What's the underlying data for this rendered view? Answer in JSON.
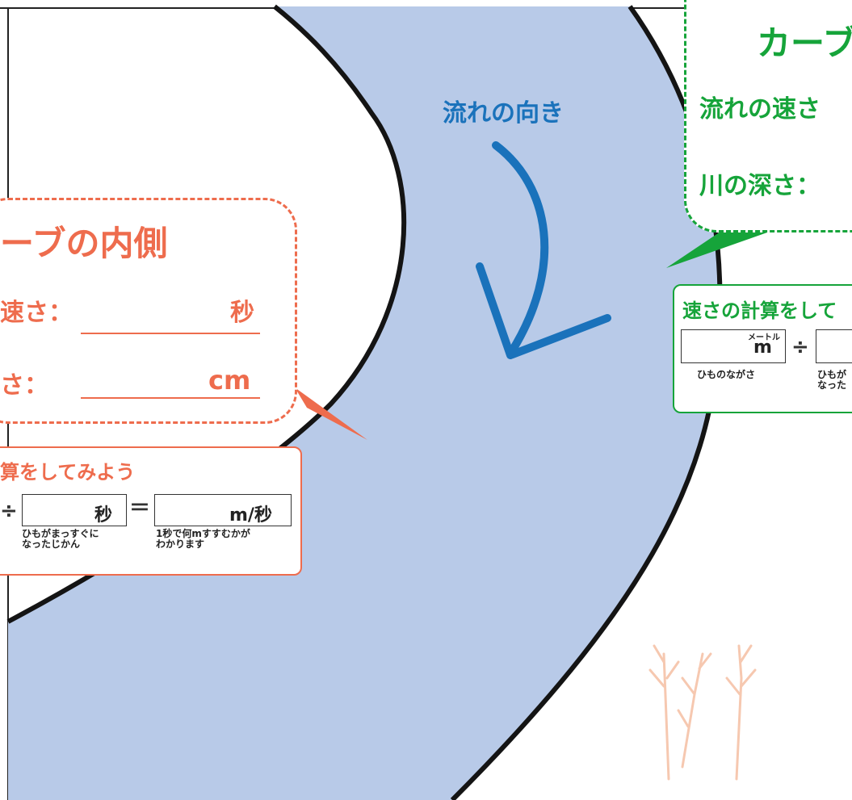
{
  "flow_label": "流れの向き",
  "colors": {
    "river": "#b8cae8",
    "inner": "#ee6c4d",
    "outer": "#16a43a",
    "arrow": "#1a72bb",
    "twig": "#f6c8b0"
  },
  "inner_card": {
    "title": "ーブの内側",
    "speed_label": "速さ：",
    "speed_unit": "秒",
    "depth_label": "さ：",
    "depth_unit": "cm"
  },
  "inner_calc": {
    "title": "算をしてみよう",
    "divide": "÷",
    "equals": "＝",
    "box_seconds_unit": "秒",
    "box_result_unit": "m/秒",
    "caption_seconds": "ひもがまっすぐに\nなったじかん",
    "caption_result": "1秒で何mすすむかが\nわかります"
  },
  "outer_card": {
    "title": "カーブ",
    "speed_label": "流れの速さ",
    "depth_label": "川の深さ："
  },
  "outer_calc": {
    "title": "速さの計算をして",
    "meter_ruby": "メートル",
    "meter_unit": "m",
    "divide": "÷",
    "caption_length": "ひものながさ",
    "caption_seconds": "ひもが\nなった"
  }
}
